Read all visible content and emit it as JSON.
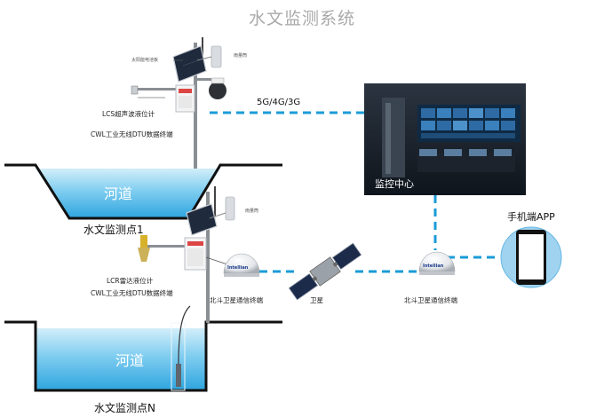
{
  "title": "水文监测系统",
  "station1": {
    "solar_label": "太阳能电池板",
    "rain_label": "雨量筒",
    "sensor_label": "LCS超声波液位计",
    "dtu_label": "CWL工业无线DTU数据终端",
    "river_label": "河道",
    "name": "水文监测点1"
  },
  "stationN": {
    "rain_label": "雨量筒",
    "sensor_label": "LCR雷达液位计",
    "dtu_label": "CWL工业无线DTU数据终端",
    "river_label": "河道",
    "name": "水文监测点N"
  },
  "network_label": "5G/4G/3G",
  "center_label": "监控中心",
  "app_label": "手机端APP",
  "satellite_label": "卫星",
  "terminal_left_label": "北斗卫星通信终端",
  "terminal_right_label": "北斗卫星通信终端",
  "dome_brand": "Intellian",
  "colors": {
    "link": "#1a9bd7",
    "water_top": "#bde7f7",
    "water_bottom": "#3fb0e6",
    "title": "#a9a9a9"
  }
}
